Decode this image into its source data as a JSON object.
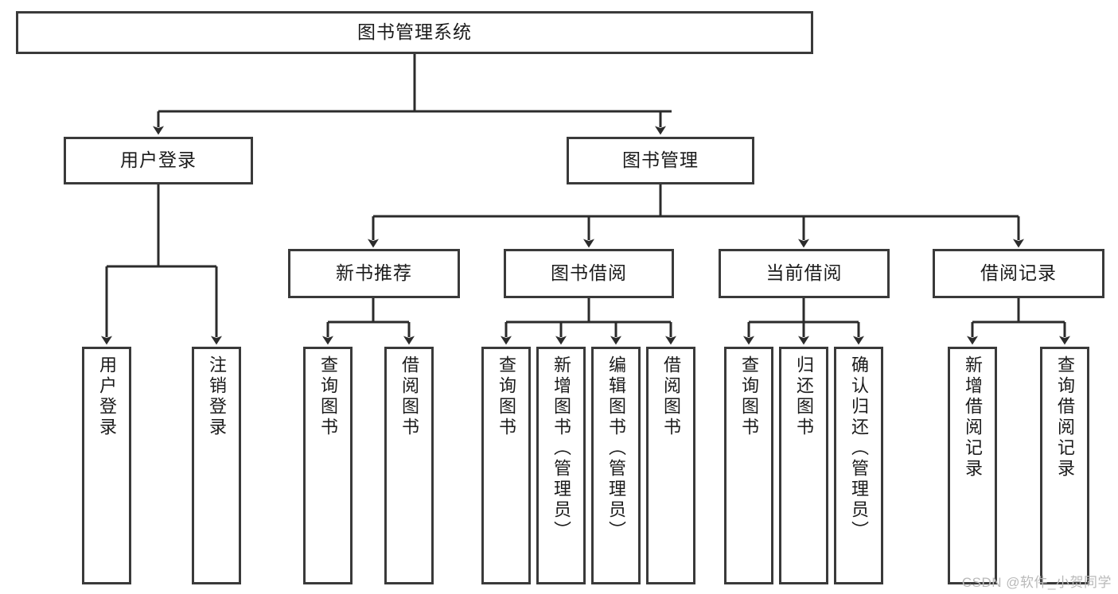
{
  "diagram": {
    "type": "tree-hierarchy",
    "title": "图书管理系统",
    "root": {
      "id": "root",
      "label": "图书管理系统"
    },
    "level2": [
      {
        "id": "user-login",
        "label": "用户登录"
      },
      {
        "id": "book-manage",
        "label": "图书管理"
      }
    ],
    "level3": [
      {
        "id": "new-book-rec",
        "label": "新书推荐",
        "parent": "book-manage"
      },
      {
        "id": "book-borrow",
        "label": "图书借阅",
        "parent": "book-manage"
      },
      {
        "id": "current-borrow",
        "label": "当前借阅",
        "parent": "book-manage"
      },
      {
        "id": "borrow-record",
        "label": "借阅记录",
        "parent": "book-manage"
      }
    ],
    "leaves": [
      {
        "id": "leaf-user-login",
        "label": "用户登录",
        "parent": "user-login"
      },
      {
        "id": "leaf-user-logout",
        "label": "注销登录",
        "parent": "user-login"
      },
      {
        "id": "leaf-rec-query-book",
        "label": "查询图书",
        "parent": "new-book-rec"
      },
      {
        "id": "leaf-rec-borrow-book",
        "label": "借阅图书",
        "parent": "new-book-rec"
      },
      {
        "id": "leaf-borrow-query-book",
        "label": "查询图书",
        "parent": "book-borrow"
      },
      {
        "id": "leaf-borrow-add-book",
        "label": "新增图书（管理员）",
        "parent": "book-borrow"
      },
      {
        "id": "leaf-borrow-edit-book",
        "label": "编辑图书（管理员）",
        "parent": "book-borrow"
      },
      {
        "id": "leaf-borrow-borrow-book",
        "label": "借阅图书",
        "parent": "book-borrow"
      },
      {
        "id": "leaf-current-query-book",
        "label": "查询图书",
        "parent": "current-borrow"
      },
      {
        "id": "leaf-current-return-book",
        "label": "归还图书",
        "parent": "current-borrow"
      },
      {
        "id": "leaf-current-confirm-return",
        "label": "确认归还（管理员）",
        "parent": "current-borrow"
      },
      {
        "id": "leaf-record-add",
        "label": "新增借阅记录",
        "parent": "borrow-record"
      },
      {
        "id": "leaf-record-query",
        "label": "查询借阅记录",
        "parent": "borrow-record"
      }
    ],
    "colors": {
      "box_border": "#3a3a3a",
      "box_fill": "#ffffff",
      "edge": "#2b2b2b",
      "text": "#1b1b1b",
      "watermark": "#b9b9b9",
      "background": "#ffffff"
    }
  },
  "watermark": {
    "text": "CSDN @软件_小贺同学"
  }
}
